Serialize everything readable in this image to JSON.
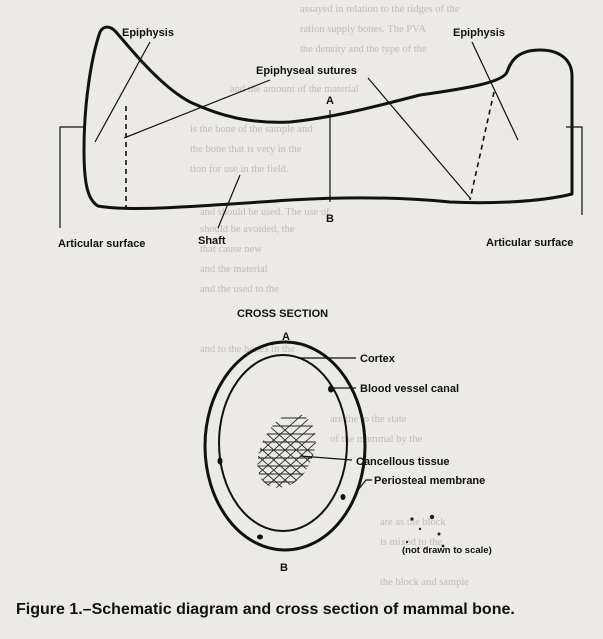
{
  "diagram": {
    "labels": {
      "epiphysis_left": "Epiphysis",
      "epiphysis_right": "Epiphysis",
      "epiphyseal_sutures": "Epiphyseal sutures",
      "point_a_top": "A",
      "point_b_top": "B",
      "shaft": "Shaft",
      "articular_left": "Articular surface",
      "articular_right": "Articular surface"
    },
    "cross_section": {
      "title": "CROSS SECTION",
      "point_a": "A",
      "point_b": "B",
      "cortex": "Cortex",
      "blood_vessel_canal": "Blood vessel canal",
      "cancellous_tissue": "Cancellous tissue",
      "periosteal_membrane": "Periosteal membrane",
      "not_to_scale": "(not drawn to scale)"
    },
    "caption": "Figure 1.–Schematic diagram and cross section of mammal bone.",
    "colors": {
      "ink": "#111111",
      "paper": "#eceae6",
      "bleed": "#9d9a95"
    }
  }
}
